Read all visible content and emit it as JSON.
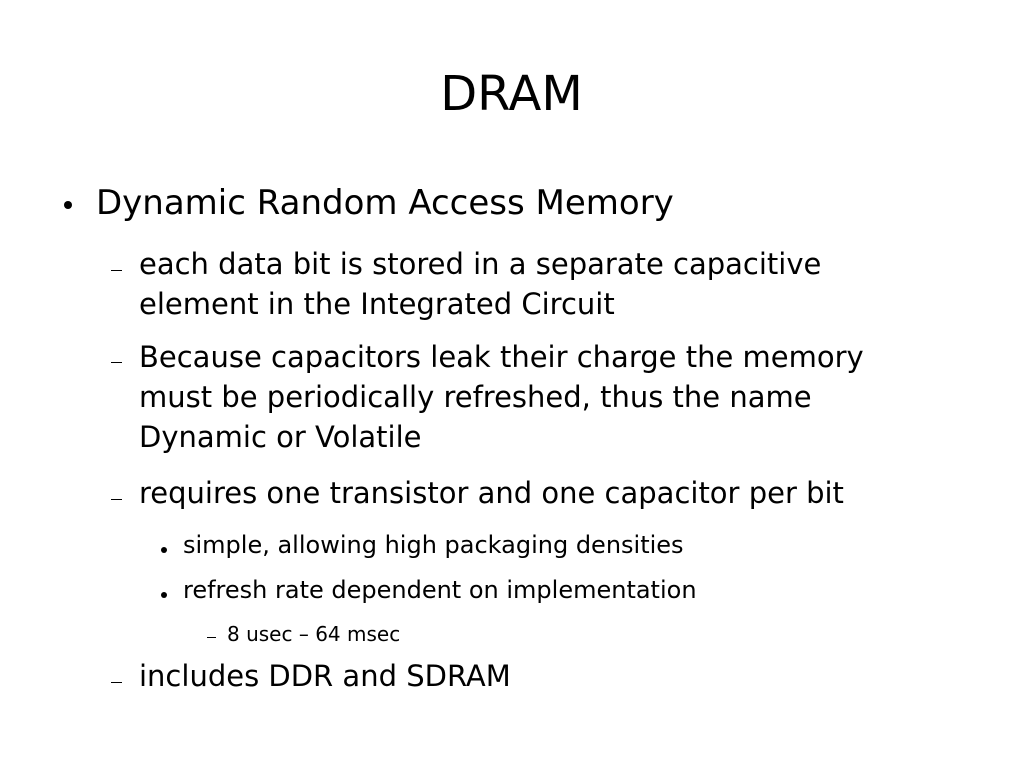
{
  "slide": {
    "title": "DRAM",
    "bullet1": {
      "text": "Dynamic Random Access Memory"
    },
    "sub1": {
      "line1": "each data bit is stored in a separate capacitive",
      "line2": "element in the Integrated Circuit"
    },
    "sub2": {
      "line1": "Because capacitors leak their charge the memory",
      "line2": "must be periodically refreshed, thus the name",
      "line3": "Dynamic or Volatile"
    },
    "sub3": {
      "text": "requires one transistor and one capacitor per bit"
    },
    "sub3a": {
      "text": "simple, allowing high packaging densities"
    },
    "sub3b": {
      "text": "refresh rate dependent on implementation"
    },
    "sub3b1": {
      "text": "8 usec – 64 msec"
    },
    "sub4": {
      "text": "includes DDR and SDRAM"
    }
  }
}
